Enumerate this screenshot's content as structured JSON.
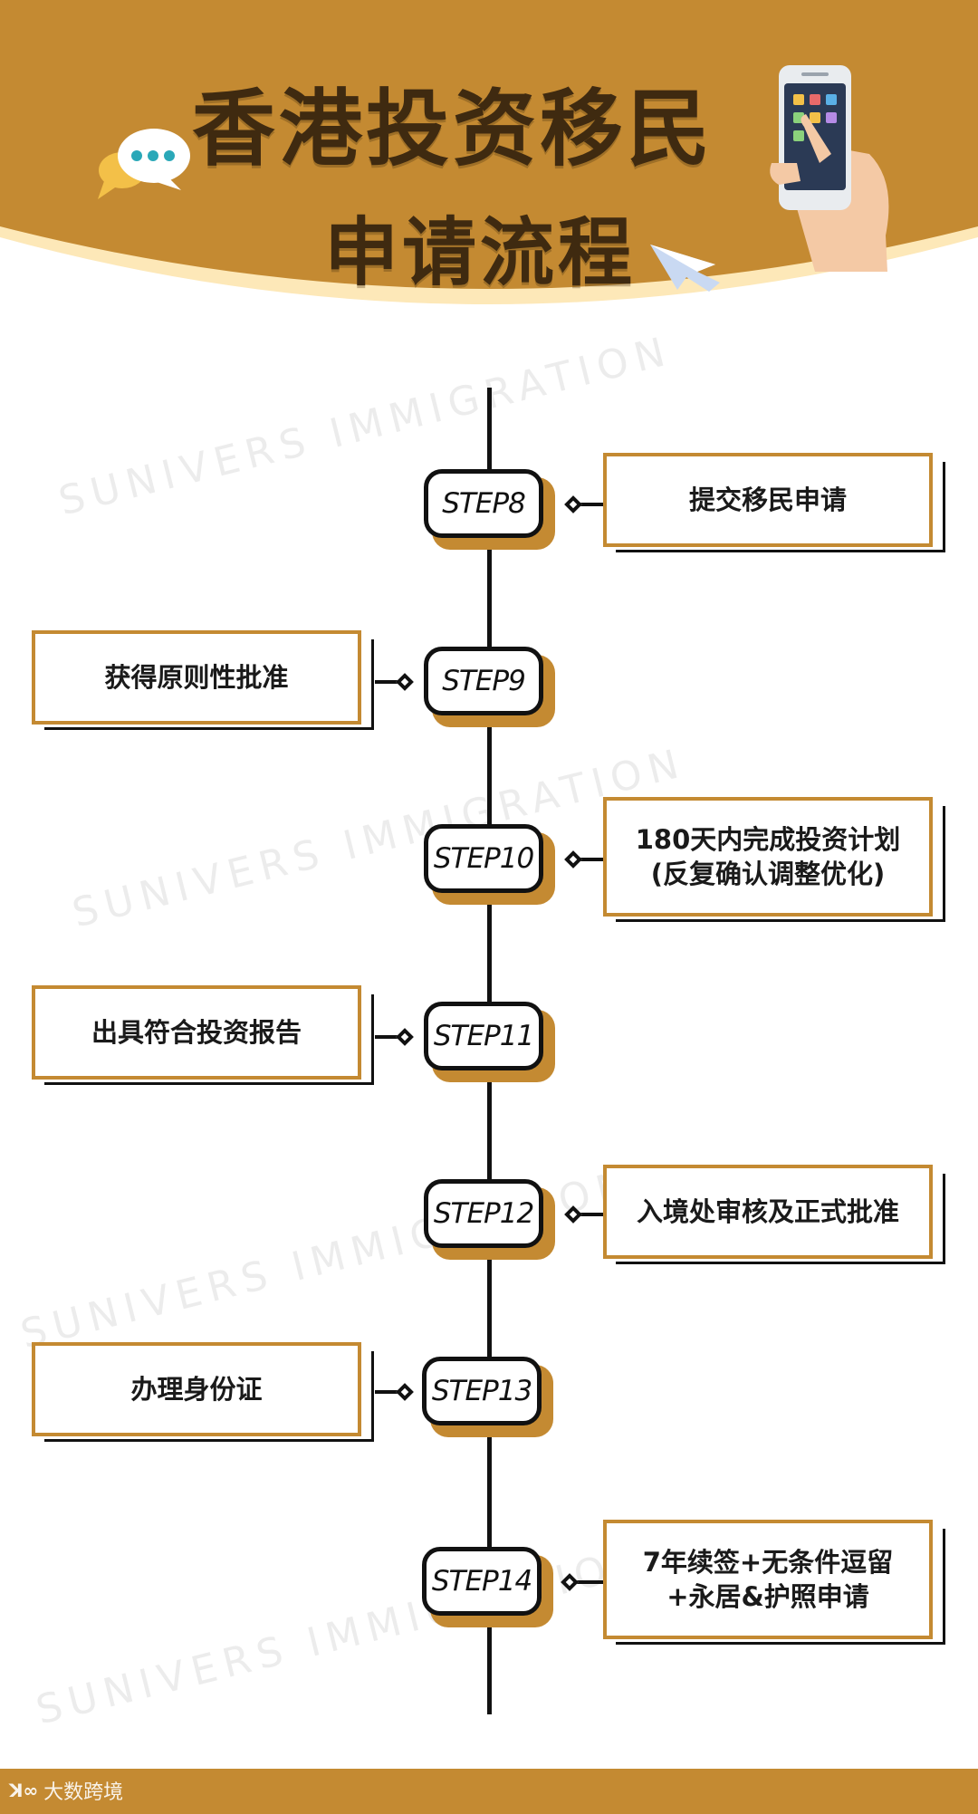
{
  "header": {
    "title_line1": "香港投资移民",
    "title_line2": "申请流程"
  },
  "watermark": "SUNIVERS IMMIGRATION",
  "steps": [
    {
      "label": "STEP8",
      "text1": "提交移民申请",
      "text2": ""
    },
    {
      "label": "STEP9",
      "text1": "获得原则性批准",
      "text2": ""
    },
    {
      "label": "STEP10",
      "text1": "180天内完成投资计划",
      "text2": "(反复确认调整优化)"
    },
    {
      "label": "STEP11",
      "text1": "出具符合投资报告",
      "text2": ""
    },
    {
      "label": "STEP12",
      "text1": "入境处审核及正式批准",
      "text2": ""
    },
    {
      "label": "STEP13",
      "text1": "办理身份证",
      "text2": ""
    },
    {
      "label": "STEP14",
      "text1": "7年续签+无条件逗留",
      "text2": "+永居&护照申请"
    }
  ],
  "footer": {
    "logo_mark": "ꓘ∞",
    "brand": "大数跨境"
  },
  "colors": {
    "brand_gold": "#c48a32",
    "title_brown": "#3f2a10",
    "line": "#111111"
  }
}
